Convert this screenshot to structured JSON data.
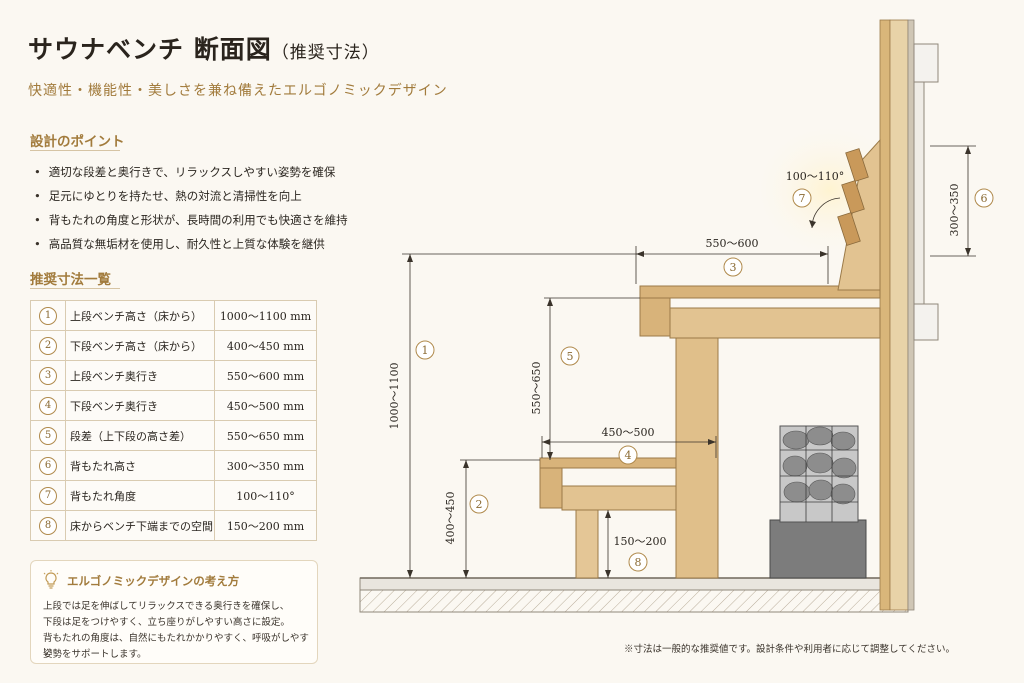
{
  "title_main": "サウナベンチ 断面図",
  "title_sub": "（推奨寸法）",
  "subtitle": "快適性・機能性・美しさを兼ね備えたエルゴノミックデザイン",
  "points_heading": "設計のポイント",
  "points": [
    "適切な段差と奥行きで、リラックスしやすい姿勢を確保",
    "足元にゆとりを持たせ、熱の対流と清掃性を向上",
    "背もたれの角度と形状が、長時間の利用でも快適さを維持",
    "高品質な無垢材を使用し、耐久性と上質な体験を継供"
  ],
  "table_heading": "推奨寸法一覧",
  "dimensions": [
    {
      "num": "1",
      "label": "上段ベンチ高さ（床から）",
      "value": "1000〜1100 mm"
    },
    {
      "num": "2",
      "label": "下段ベンチ高さ（床から）",
      "value": "400〜450 mm"
    },
    {
      "num": "3",
      "label": "上段ベンチ奥行き",
      "value": "550〜600 mm"
    },
    {
      "num": "4",
      "label": "下段ベンチ奥行き",
      "value": "450〜500 mm"
    },
    {
      "num": "5",
      "label": "段差（上下段の高さ差）",
      "value": "550〜650 mm"
    },
    {
      "num": "6",
      "label": "背もたれ高さ",
      "value": "300〜350 mm"
    },
    {
      "num": "7",
      "label": "背もたれ角度",
      "value": "100〜110°"
    },
    {
      "num": "8",
      "label": "床からベンチ下端までの空間",
      "value": "150〜200 mm"
    }
  ],
  "ergonomic": {
    "title": "エルゴノミックデザインの考え方",
    "lines": [
      "上段では足を伸ばしてリラックスできる奥行きを確保し、",
      "下段は足をつけやすく、立ち座りがしやすい高さに設定。",
      "背もたれの角度は、自然にもたれかかりやすく、呼吸がしやすい",
      "姿勢をサポートします。"
    ]
  },
  "note": "※寸法は一般的な推奨値です。設計条件や利用者に応じて調整してください。",
  "diagram": {
    "d1": "1000〜1100",
    "d2": "400〜450",
    "d3": "550〜600",
    "d4": "450〜500",
    "d5": "550〜650",
    "d6": "300〜350",
    "d7": "100〜110°",
    "d8": "150〜200",
    "n1": "1",
    "n2": "2",
    "n3": "3",
    "n4": "4",
    "n5": "5",
    "n6": "6",
    "n7": "7",
    "n8": "8"
  },
  "colors": {
    "accent": "#a27b3c",
    "wood": "#d8b37a",
    "wood_dark": "#b98c52",
    "wall": "#e6cfa2"
  }
}
